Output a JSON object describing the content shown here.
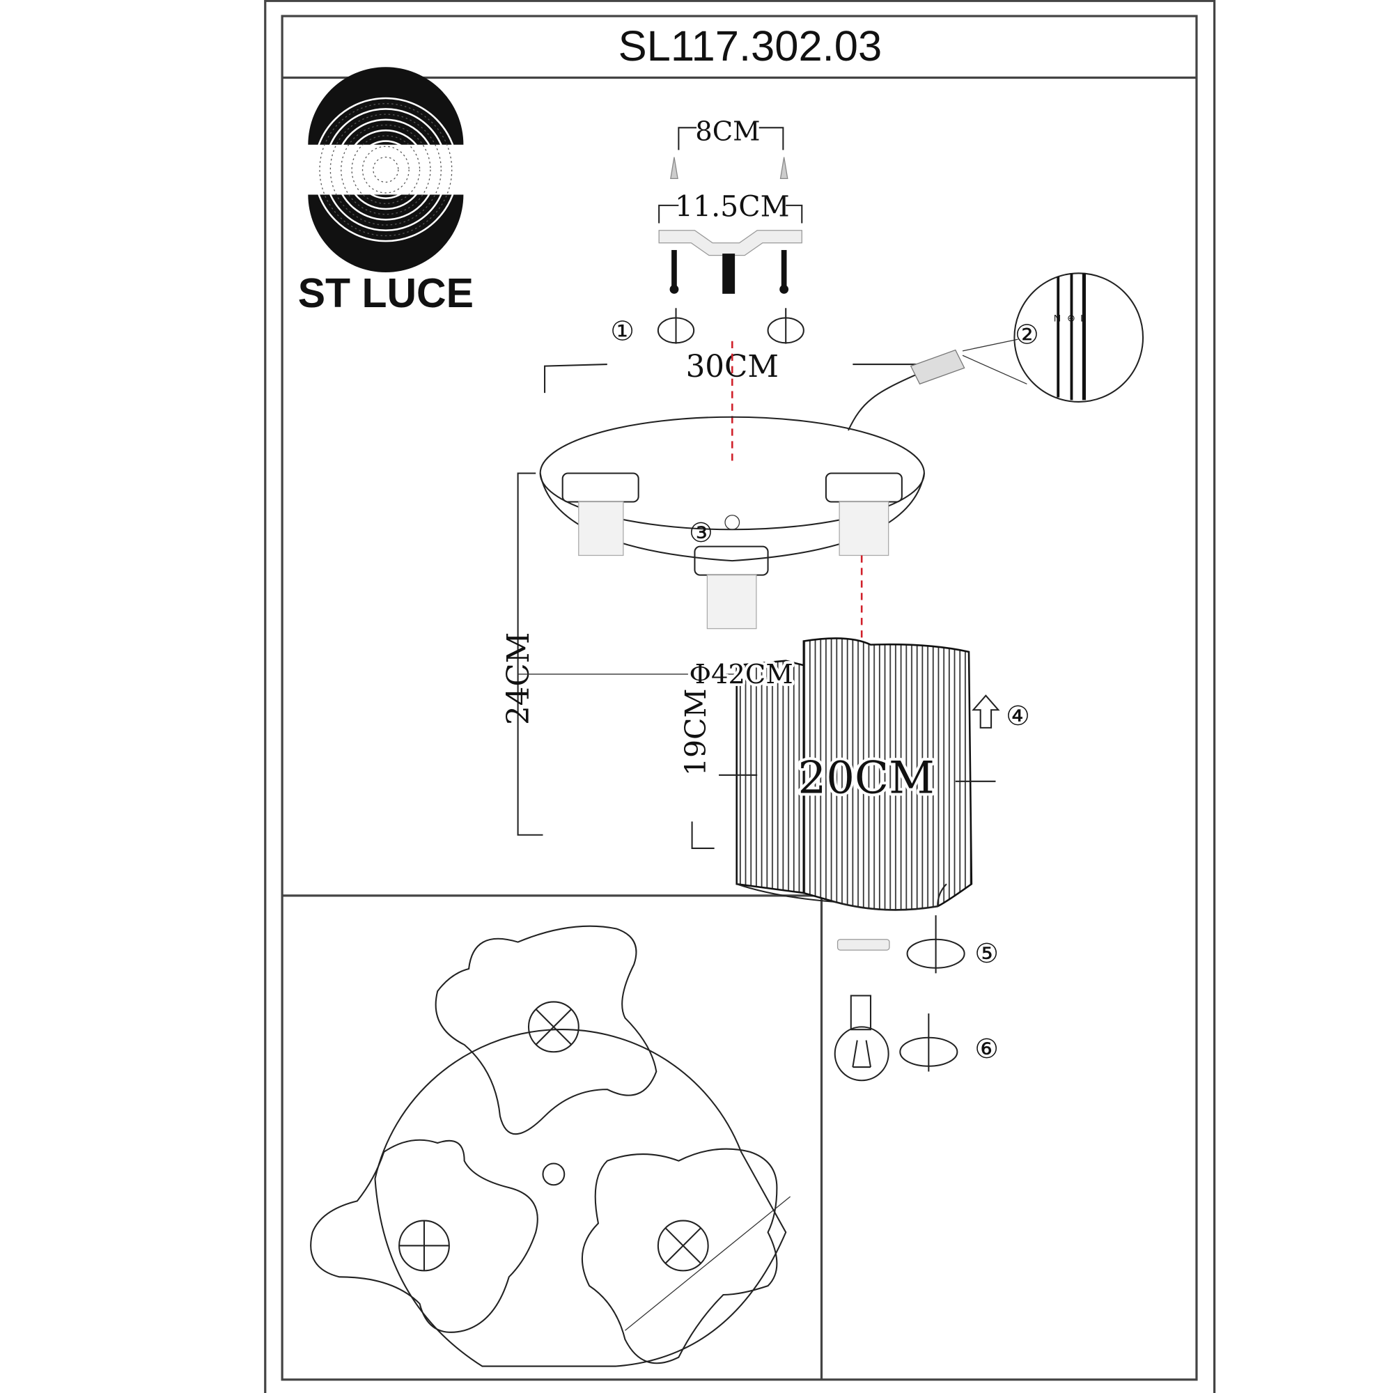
{
  "title": "SL117.302.03",
  "brand": {
    "name": "ST LUCE"
  },
  "dimensions": {
    "bracket_hole_spacing": "8CM",
    "bracket_length": "11.5CM",
    "canopy_diameter": "30CM",
    "total_height": "24CM",
    "overall_diameter": "Φ42CM",
    "shade_height": "19CM",
    "shade_width": "20CM"
  },
  "steps": [
    "①",
    "②",
    "③",
    "④",
    "⑤",
    "⑥"
  ],
  "terminal_labels": [
    "N",
    "⊕",
    "L"
  ],
  "colors": {
    "line": "#222222",
    "axis_dash": "#d0202a",
    "background": "#ffffff"
  }
}
